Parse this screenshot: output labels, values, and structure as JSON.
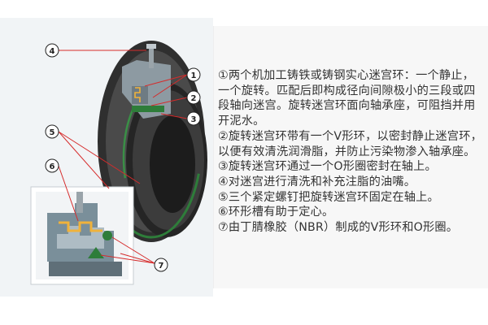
{
  "colors": {
    "callout_line": "#d62b2b",
    "seal_body": "#3a3a3a",
    "green_ring": "#2e7d3a",
    "panel_bg": "#f7f7f7",
    "detail_fill": "#7a8f9a",
    "detail_channel": "#f0b23b"
  },
  "callouts": {
    "n1": "1",
    "n2": "2",
    "n3": "3",
    "n4": "4",
    "n5": "5",
    "n6": "6",
    "n7": "7"
  },
  "description": [
    "①两个机加工铸铁或铸钢实心迷宫环：一个静止，一个旋转。匹配后即构成径向间隙极小的三段或四段轴向迷宫。旋转迷宫环面向轴承座，可阻挡并用开泥水。",
    "②旋转迷宫环带有一个V形环，以密封静止迷宫环，以便有效清洗润滑脂，并防止污染物渗入轴承座。",
    "③旋转迷宫环通过一个O形圈密封在轴上。",
    "④对迷宫进行清洗和补充注脂的油嘴。",
    "⑤三个紧定螺钉把旋转迷宫环固定在轴上。",
    "⑥环形槽有助于定心。",
    "⑦由丁腈橡胶（NBR）制成的V形环和O形圈。"
  ]
}
